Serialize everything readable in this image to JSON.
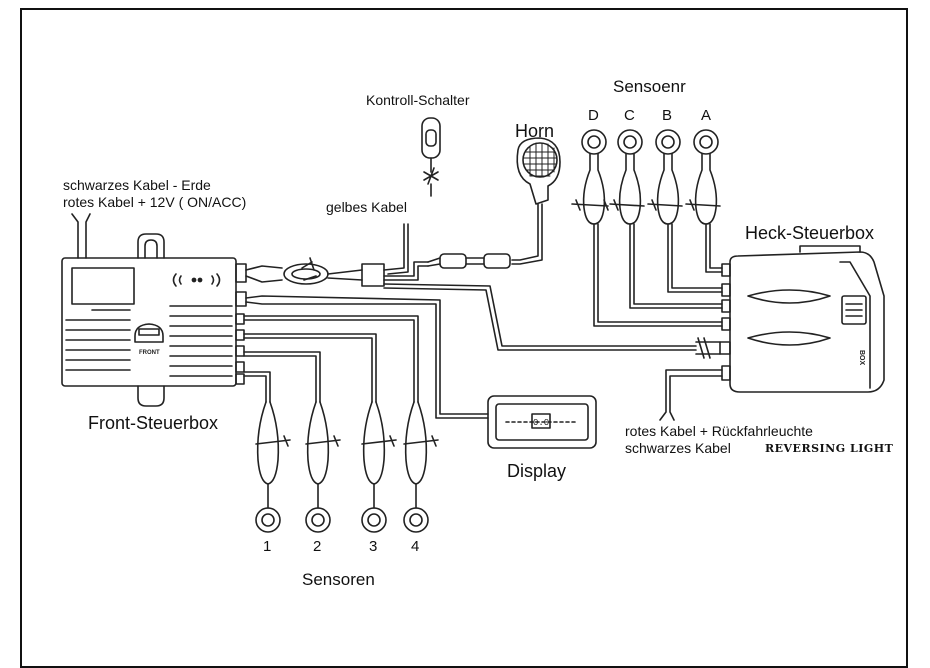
{
  "labels": {
    "sensors_rear_title": "Sensoenr",
    "sensors_front_title": "Sensoren",
    "kontroll_schalter": "Kontroll-Schalter",
    "horn": "Horn",
    "heck_steuerbox": "Heck-Steuerbox",
    "front_steuerbox": "Front-Steuerbox",
    "display": "Display",
    "black_cable_ground": "schwarzes Kabel  - Erde",
    "red_cable_12v": "rotes Kabel    + 12V ( ON/ACC)",
    "yellow_cable": "gelbes Kabel",
    "red_cable_reverse": "rotes Kabel   + Rückfahrleuchte",
    "black_cable_rear": "schwarzes Kabel",
    "reversing_light": "REVERSING LIGHT"
  },
  "rear_sensors": [
    "D",
    "C",
    "B",
    "A"
  ],
  "front_sensors": [
    "1",
    "2",
    "3",
    "4"
  ],
  "device_marks": {
    "front_box": "FRONT",
    "rear_box": "BOX",
    "display_readout": "0.0"
  }
}
